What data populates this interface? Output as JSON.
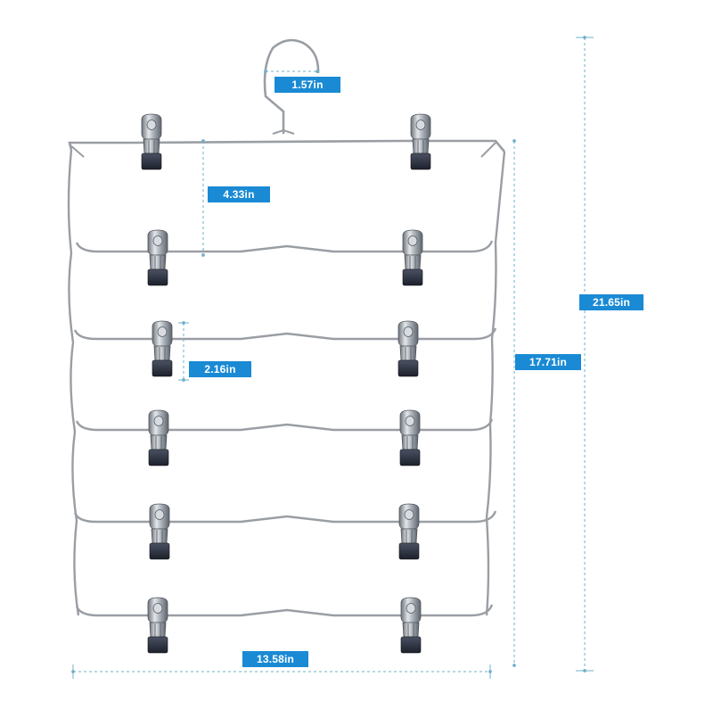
{
  "dimensions": {
    "hook_width": "1.57in",
    "tier_spacing": "4.33in",
    "clip_height": "2.16in",
    "hanger_body_height": "17.71in",
    "total_height": "21.65in",
    "width": "13.58in"
  },
  "colors": {
    "label_background": "#1a8ad4",
    "dimension_line": "#6fb0c8",
    "wire": "#9a9ea4",
    "clip_metal": "#b9bec5",
    "clip_tip": "#2b3040"
  },
  "product": {
    "tiers": 6,
    "clips_per_tier": 2
  }
}
